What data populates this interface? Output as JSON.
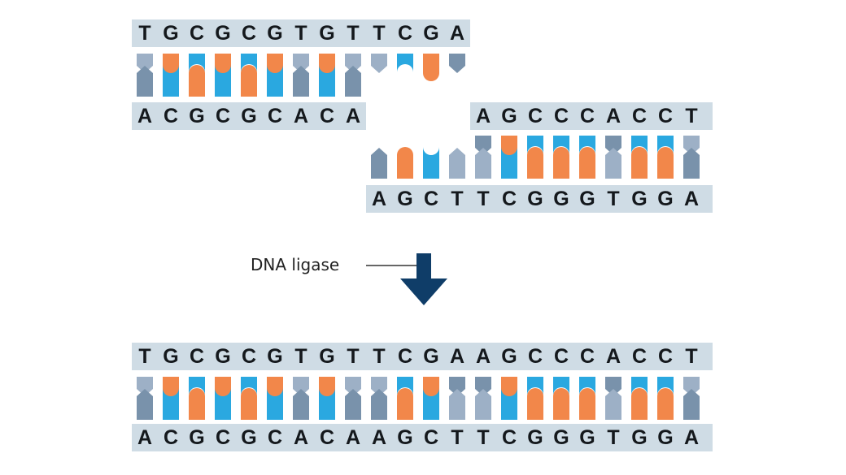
{
  "palette": {
    "strip": "#cfdce5",
    "A": "#7992ab",
    "T": "#9db0c6",
    "G": "#f2874a",
    "C": "#2aa8e0",
    "arrow": "#0f3d68"
  },
  "label": "DNA ligase",
  "top_fragment": {
    "upper": "TGCGCGTGTTCGA",
    "lower": "ACGCGCACA"
  },
  "right_fragment": {
    "upper": "AGCCCACCT",
    "lower": "AGCTTCGGGTGGA"
  },
  "ligated": {
    "upper": "TGCGCGTGTTCGAAGCCCACCT",
    "lower": "ACGCGCACAAGCTTCGGGTGGA"
  }
}
